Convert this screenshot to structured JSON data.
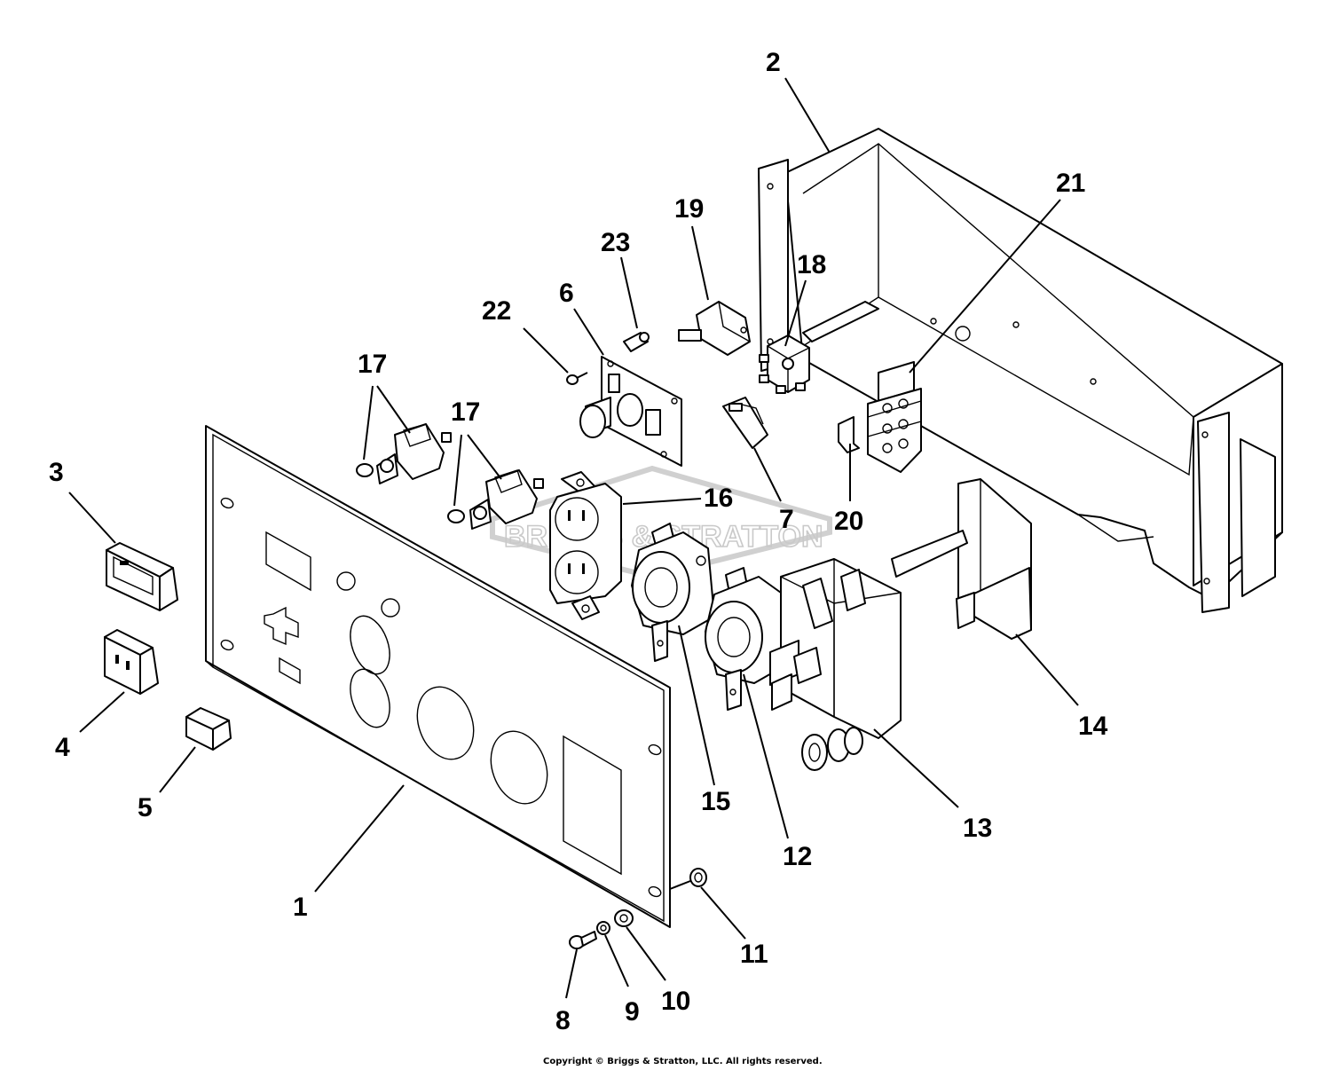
{
  "diagram": {
    "watermark": "BRIGGS & STRATTON",
    "copyright": "Copyright © Briggs & Stratton, LLC. All rights reserved.",
    "callouts": [
      {
        "id": "1",
        "text": "1"
      },
      {
        "id": "2",
        "text": "2"
      },
      {
        "id": "3",
        "text": "3"
      },
      {
        "id": "4",
        "text": "4"
      },
      {
        "id": "5",
        "text": "5"
      },
      {
        "id": "6",
        "text": "6"
      },
      {
        "id": "7",
        "text": "7"
      },
      {
        "id": "8",
        "text": "8"
      },
      {
        "id": "9",
        "text": "9"
      },
      {
        "id": "10",
        "text": "10"
      },
      {
        "id": "11",
        "text": "11"
      },
      {
        "id": "12",
        "text": "12"
      },
      {
        "id": "13",
        "text": "13"
      },
      {
        "id": "14",
        "text": "14"
      },
      {
        "id": "15",
        "text": "15"
      },
      {
        "id": "16",
        "text": "16"
      },
      {
        "id": "17a",
        "text": "17"
      },
      {
        "id": "17b",
        "text": "17"
      },
      {
        "id": "18",
        "text": "18"
      },
      {
        "id": "19",
        "text": "19"
      },
      {
        "id": "20",
        "text": "20"
      },
      {
        "id": "21",
        "text": "21"
      },
      {
        "id": "22",
        "text": "22"
      },
      {
        "id": "23",
        "text": "23"
      }
    ]
  }
}
